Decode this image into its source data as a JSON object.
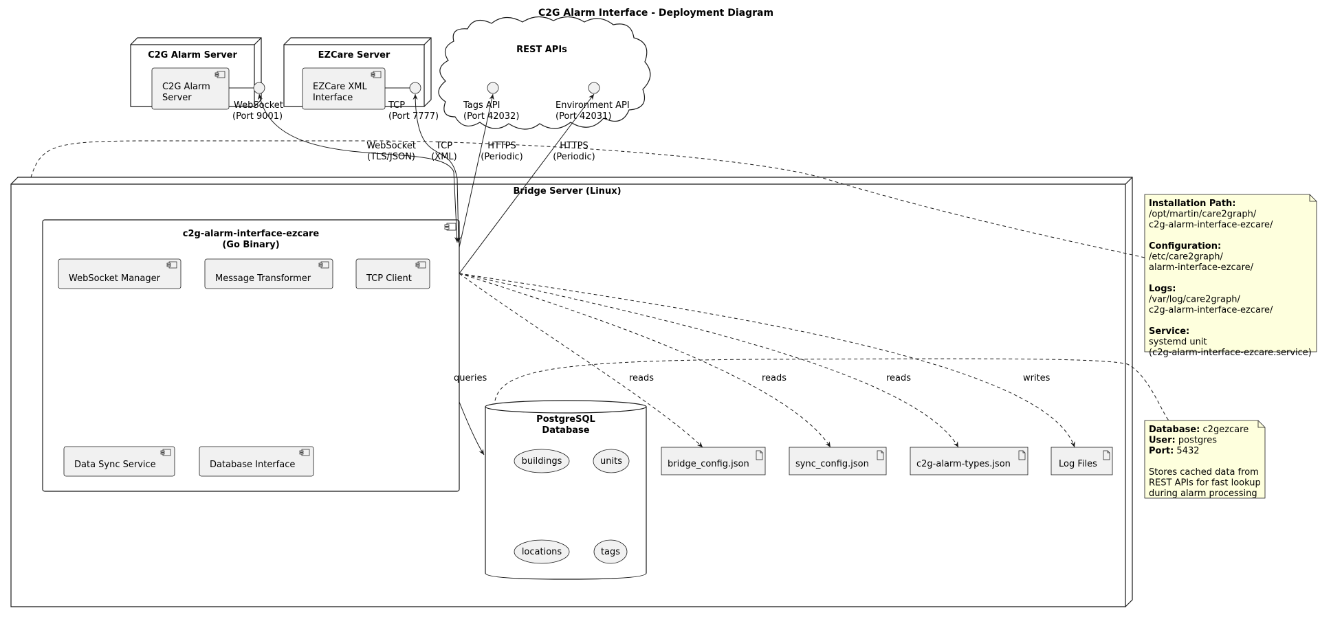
{
  "title": "C2G Alarm Interface - Deployment Diagram",
  "colors": {
    "component_fill": "#F1F1F1",
    "note_fill": "#FEFFDD",
    "stroke": "#181818",
    "background": "#FFFFFF"
  },
  "nodes": {
    "c2g_server": {
      "title": "C2G Alarm Server",
      "component": [
        "C2G Alarm",
        "Server"
      ],
      "interface": [
        "WebSocket",
        "(Port 9001)"
      ]
    },
    "ezcare_server": {
      "title": "EZCare Server",
      "component": [
        "EZCare XML",
        "Interface"
      ],
      "interface": [
        "TCP",
        "(Port 7777)"
      ]
    },
    "rest_apis": {
      "title": "REST APIs",
      "tags_api": [
        "Tags API",
        "(Port 42032)"
      ],
      "env_api": [
        "Environment API",
        "(Port 42031)"
      ]
    },
    "bridge": {
      "title": "Bridge Server (Linux)",
      "binary": {
        "title": [
          "c2g-alarm-interface-ezcare",
          "(Go Binary)"
        ],
        "components": [
          "WebSocket Manager",
          "Message Transformer",
          "TCP Client",
          "Data Sync Service",
          "Database Interface"
        ]
      },
      "database": {
        "title": [
          "PostgreSQL",
          "Database"
        ],
        "tables": [
          "buildings",
          "units",
          "locations",
          "tags"
        ]
      },
      "artifacts": [
        "bridge_config.json",
        "sync_config.json",
        "c2g-alarm-types.json",
        "Log Files"
      ]
    }
  },
  "edges": {
    "websocket": [
      "WebSocket",
      "(TLS/JSON)"
    ],
    "tcp": [
      "TCP",
      "(XML)"
    ],
    "https_tags": [
      "HTTPS",
      "(Periodic)"
    ],
    "https_env": [
      "HTTPS",
      "(Periodic)"
    ],
    "queries": "queries",
    "reads_1": "reads",
    "reads_2": "reads",
    "reads_3": "reads",
    "writes": "writes"
  },
  "notes": {
    "install": {
      "lines": [
        {
          "bold": "Installation Path:",
          "text": ""
        },
        {
          "bold": "",
          "text": "/opt/martin/care2graph/"
        },
        {
          "bold": "",
          "text": "c2g-alarm-interface-ezcare/"
        },
        {
          "bold": "",
          "text": ""
        },
        {
          "bold": "Configuration:",
          "text": ""
        },
        {
          "bold": "",
          "text": "/etc/care2graph/"
        },
        {
          "bold": "",
          "text": "alarm-interface-ezcare/"
        },
        {
          "bold": "",
          "text": ""
        },
        {
          "bold": "Logs:",
          "text": ""
        },
        {
          "bold": "",
          "text": "/var/log/care2graph/"
        },
        {
          "bold": "",
          "text": "c2g-alarm-interface-ezcare/"
        },
        {
          "bold": "",
          "text": ""
        },
        {
          "bold": "Service:",
          "text": ""
        },
        {
          "bold": "",
          "text": "systemd unit"
        },
        {
          "bold": "",
          "text": "(c2g-alarm-interface-ezcare.service)"
        }
      ]
    },
    "database": {
      "lines": [
        {
          "bold": "Database:",
          "text": " c2gezcare"
        },
        {
          "bold": "User:",
          "text": " postgres"
        },
        {
          "bold": "Port:",
          "text": " 5432"
        },
        {
          "bold": "",
          "text": ""
        },
        {
          "bold": "",
          "text": "Stores cached data from"
        },
        {
          "bold": "",
          "text": "REST APIs for fast lookup"
        },
        {
          "bold": "",
          "text": "during alarm processing"
        }
      ]
    }
  }
}
